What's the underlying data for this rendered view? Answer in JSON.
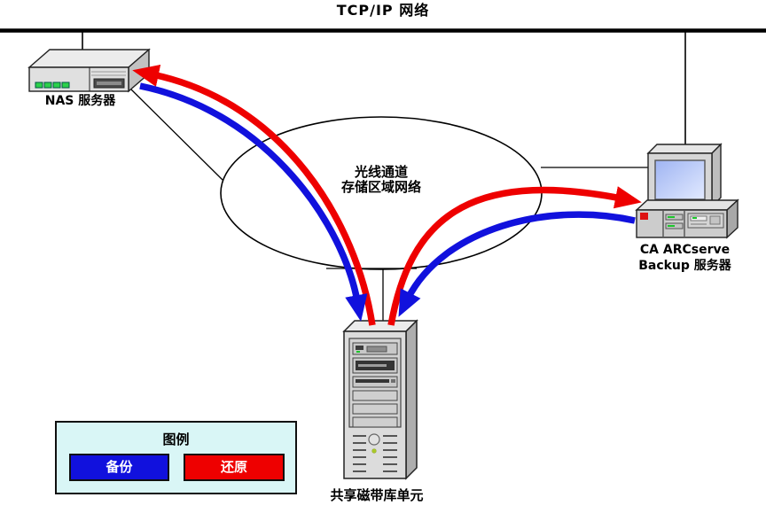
{
  "network": {
    "label": "TCP/IP 网络"
  },
  "nodes": {
    "nas": {
      "label": "NAS 服务器"
    },
    "arcserve_server": {
      "label_line1": "CA ARCserve",
      "label_line2": "Backup 服务器"
    },
    "san_cloud": {
      "label_line1": "光线通道",
      "label_line2": "存储区域网络"
    },
    "tape_library": {
      "label": "共享磁带库单元"
    }
  },
  "legend": {
    "title": "图例",
    "items": [
      {
        "label": "备份",
        "color": "#1111dd"
      },
      {
        "label": "还原",
        "color": "#ee0000"
      }
    ]
  },
  "colors": {
    "backup_blue": "#1111dd",
    "restore_red": "#ee0000",
    "legend_background": "#d9f6f6",
    "connector_black": "#000000"
  }
}
